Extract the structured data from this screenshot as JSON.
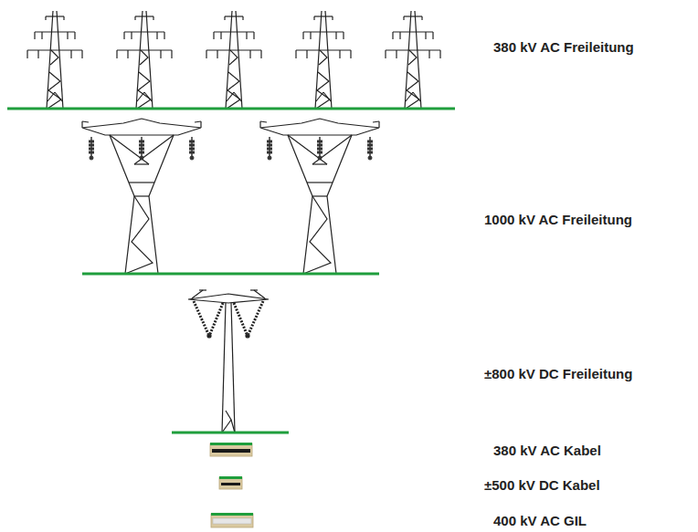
{
  "diagram": {
    "labels": [
      "380 kV AC Freileitung",
      "1000 kV AC Freileitung",
      "±800 kV DC Freileitung",
      "380 kV AC Kabel",
      "±500 kV DC Kabel",
      "400 kV AC GIL"
    ]
  }
}
